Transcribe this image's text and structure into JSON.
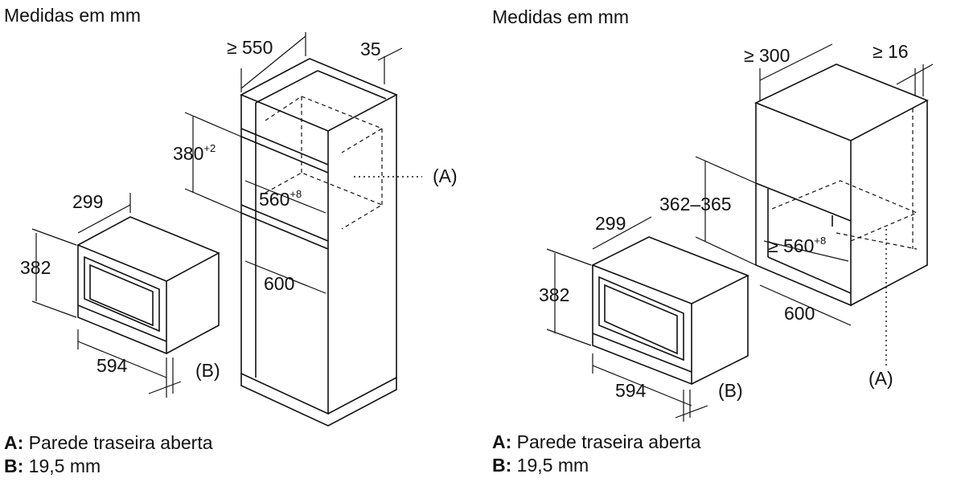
{
  "left": {
    "title": "Medidas em mm",
    "labels": {
      "depth_min": "≥ 550",
      "gap": "35",
      "niche_height": "380",
      "niche_height_tol": "+2",
      "callout_a": "(A)",
      "niche_width": "560",
      "niche_width_tol": "+8",
      "device_depth": "299",
      "device_height": "382",
      "cabinet_width": "600",
      "device_width": "594",
      "callout_b": "(B)"
    },
    "legend": [
      {
        "key": "A:",
        "text": "Parede traseira aberta"
      },
      {
        "key": "B:",
        "text": "19,5 mm"
      }
    ]
  },
  "right": {
    "title": "Medidas em mm",
    "labels": {
      "depth_min": "≥ 300",
      "gap": "≥ 16",
      "niche_height": "362–365",
      "device_depth": "299",
      "niche_width": "≥ 560",
      "niche_width_tol": "+8",
      "device_height": "382",
      "cabinet_width": "600",
      "callout_a": "(A)",
      "device_width": "594",
      "callout_b": "(B)"
    },
    "legend": [
      {
        "key": "A:",
        "text": "Parede traseira aberta"
      },
      {
        "key": "B:",
        "text": "19,5 mm"
      }
    ]
  }
}
